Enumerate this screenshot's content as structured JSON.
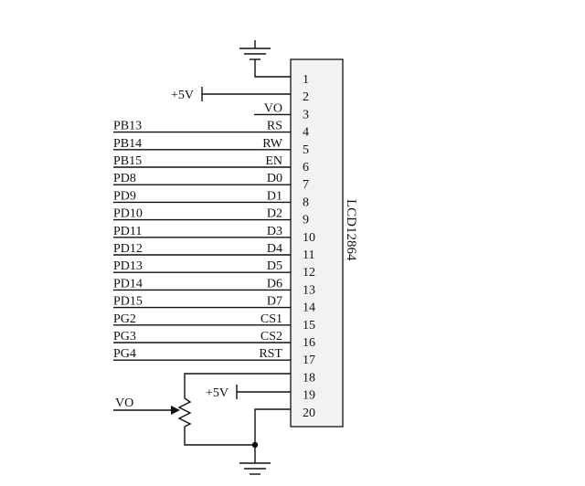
{
  "chip": {
    "name": "LCD12864",
    "pins": [
      "1",
      "2",
      "3",
      "4",
      "5",
      "6",
      "7",
      "8",
      "9",
      "10",
      "11",
      "12",
      "13",
      "14",
      "15",
      "16",
      "17",
      "18",
      "19",
      "20"
    ],
    "functions": [
      "",
      "",
      "VO",
      "RS",
      "RW",
      "EN",
      "D0",
      "D1",
      "D2",
      "D3",
      "D4",
      "D5",
      "D6",
      "D7",
      "CS1",
      "CS2",
      "RST",
      "",
      "",
      ""
    ]
  },
  "mcu_signals": [
    "",
    "",
    "",
    "PB13",
    "PB14",
    "PB15",
    "PD8",
    "PD9",
    "PD10",
    "PD11",
    "PD12",
    "PD13",
    "PD14",
    "PD15",
    "PG2",
    "PG3",
    "PG4",
    "",
    "",
    ""
  ],
  "power": {
    "pin2_label": "+5V",
    "pin19_label": "+5V"
  },
  "potentiometer": {
    "wiper_label": "VO"
  }
}
